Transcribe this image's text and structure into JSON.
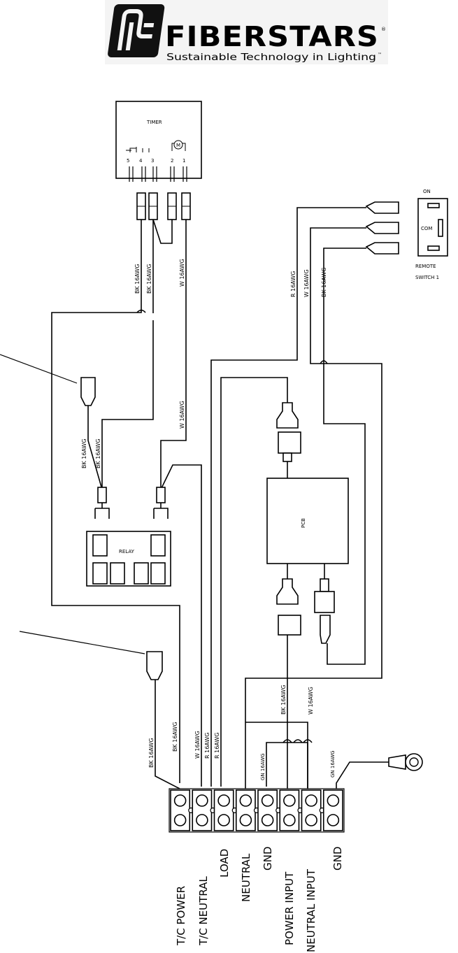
{
  "logo": {
    "brand": "FIBERSTARS",
    "registered": "®",
    "tagline": "Sustainable Technology in Lighting",
    "tm": "™"
  },
  "timer": {
    "title": "TIMER",
    "pins": [
      "5",
      "4",
      "3",
      "2",
      "1"
    ],
    "motor": "M"
  },
  "switch": {
    "on": "ON",
    "com": "COM",
    "label_line1": "REMOTE",
    "label_line2": "SWITCH 1"
  },
  "relay": {
    "label": "RELAY"
  },
  "pcb": {
    "label": "PCB"
  },
  "wire_labels": {
    "bk1": "BK 16AWG",
    "bk2": "BK 16AWG",
    "w1": "W 16AWG",
    "r_sw": "R 16AWG",
    "w_sw": "W 16AWG",
    "bk_sw": "BK 16AWG",
    "bk_a": "BK 16AWG",
    "bk_b": "BK 16AWG",
    "w2": "W 16AWG",
    "bk_tc1": "BK 16AWG",
    "bk_tc2": "BK 16AWG",
    "w_tcn": "W 16AWG",
    "r_load1": "R 16AWG",
    "r_load2": "R 16AWG",
    "gn": "GN 16AWG",
    "bk_pin": "BK 16AWG",
    "w_nin": "W 16AWG",
    "gn2": "GN 16AWG"
  },
  "terminals": [
    "T/C POWER",
    "T/C NEUTRAL",
    "LOAD",
    "NEUTRAL",
    "GND",
    "POWER INPUT",
    "NEUTRAL INPUT",
    "GND"
  ]
}
